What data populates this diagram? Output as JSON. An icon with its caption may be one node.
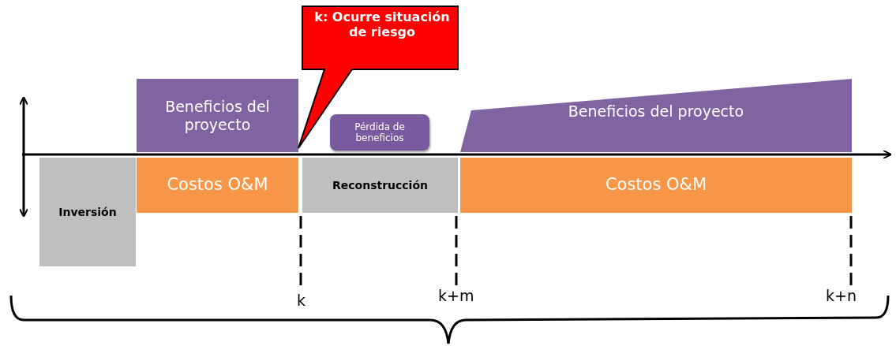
{
  "diagram": {
    "nodes": [
      {
        "text": [
          "Beneficios del proyecto"
        ]
      },
      {
        "text": [
          "k: Ocurre situación de riesgo"
        ]
      },
      {
        "text": [
          "Pérdida de beneficios"
        ]
      },
      {
        "text": [
          "Beneficios del proyecto"
        ]
      },
      {
        "text": [
          "Inversión"
        ]
      },
      {
        "text": [
          "Costos O&M"
        ]
      },
      {
        "text": [
          "Reconstrucción"
        ]
      },
      {
        "text": [
          "Costos O&M"
        ]
      }
    ],
    "labels": [
      "k",
      "k+m",
      "k+n"
    ]
  }
}
